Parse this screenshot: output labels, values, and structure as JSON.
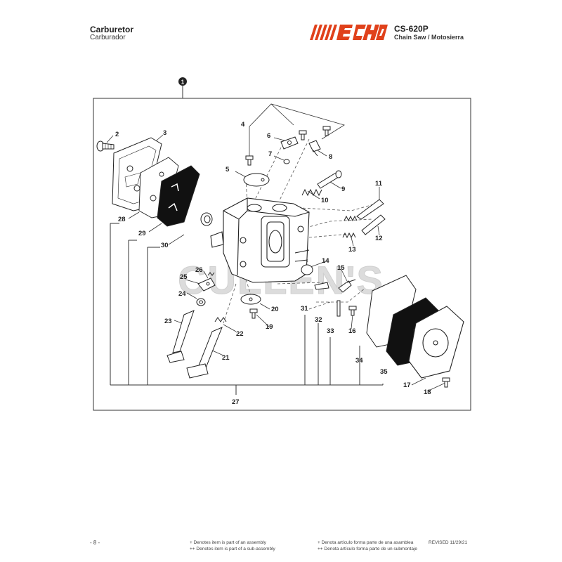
{
  "header": {
    "title": "Carburetor",
    "subtitle": "Carburador",
    "brand": "ECHO",
    "model": "CS-620P",
    "model_subtitle": "Chain Saw / Motosierra"
  },
  "diagram": {
    "assembly_marker": "1",
    "watermark": "CULLEN'S",
    "part_numbers": [
      "2",
      "3",
      "4",
      "5",
      "6",
      "7",
      "8",
      "9",
      "10",
      "11",
      "12",
      "13",
      "14",
      "15",
      "16",
      "17",
      "18",
      "19",
      "20",
      "21",
      "22",
      "23",
      "24",
      "25",
      "26",
      "27",
      "28",
      "29",
      "30",
      "31",
      "32",
      "33",
      "34",
      "35"
    ]
  },
  "footer": {
    "page": "- 8 -",
    "en_line1": "+ Denotes item is part of an assembly",
    "en_line2": "++ Denotes item is part of a sub-assembly",
    "es_line1": "+ Denota artículo forma parte de una asamblea",
    "es_line2": "++ Denota artículo forma parte de un submontaje",
    "revised": "REVISED 11/29/21"
  },
  "colors": {
    "brand_red": "#e0411b",
    "ink": "#222222"
  }
}
